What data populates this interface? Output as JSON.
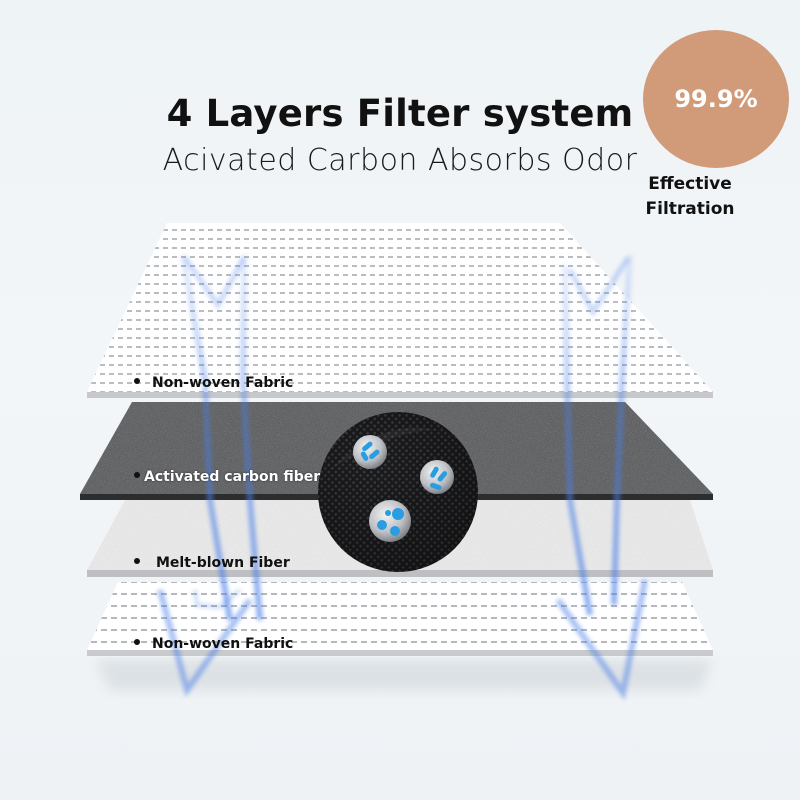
{
  "header": {
    "title": "4 Layers Filter system",
    "subtitle": "Acivated Carbon Absorbs Odor"
  },
  "badge": {
    "value": "99.9%",
    "caption_line1": "Effective",
    "caption_line2": "Filtration",
    "color": "#d19a78"
  },
  "layers": [
    {
      "label": "Non-woven Fabric",
      "type": "perforated-white"
    },
    {
      "label": "Activated carbon fiber",
      "type": "carbon-dark"
    },
    {
      "label": "Melt-blown Fiber",
      "type": "speckled-white"
    },
    {
      "label": "Non-woven Fabric",
      "type": "perforated-white"
    }
  ],
  "magnifier": {
    "icon": "magnified-carbon-particles-icon",
    "particle_color": "#2a9de0"
  },
  "arrow_color": "#4a7fe8"
}
